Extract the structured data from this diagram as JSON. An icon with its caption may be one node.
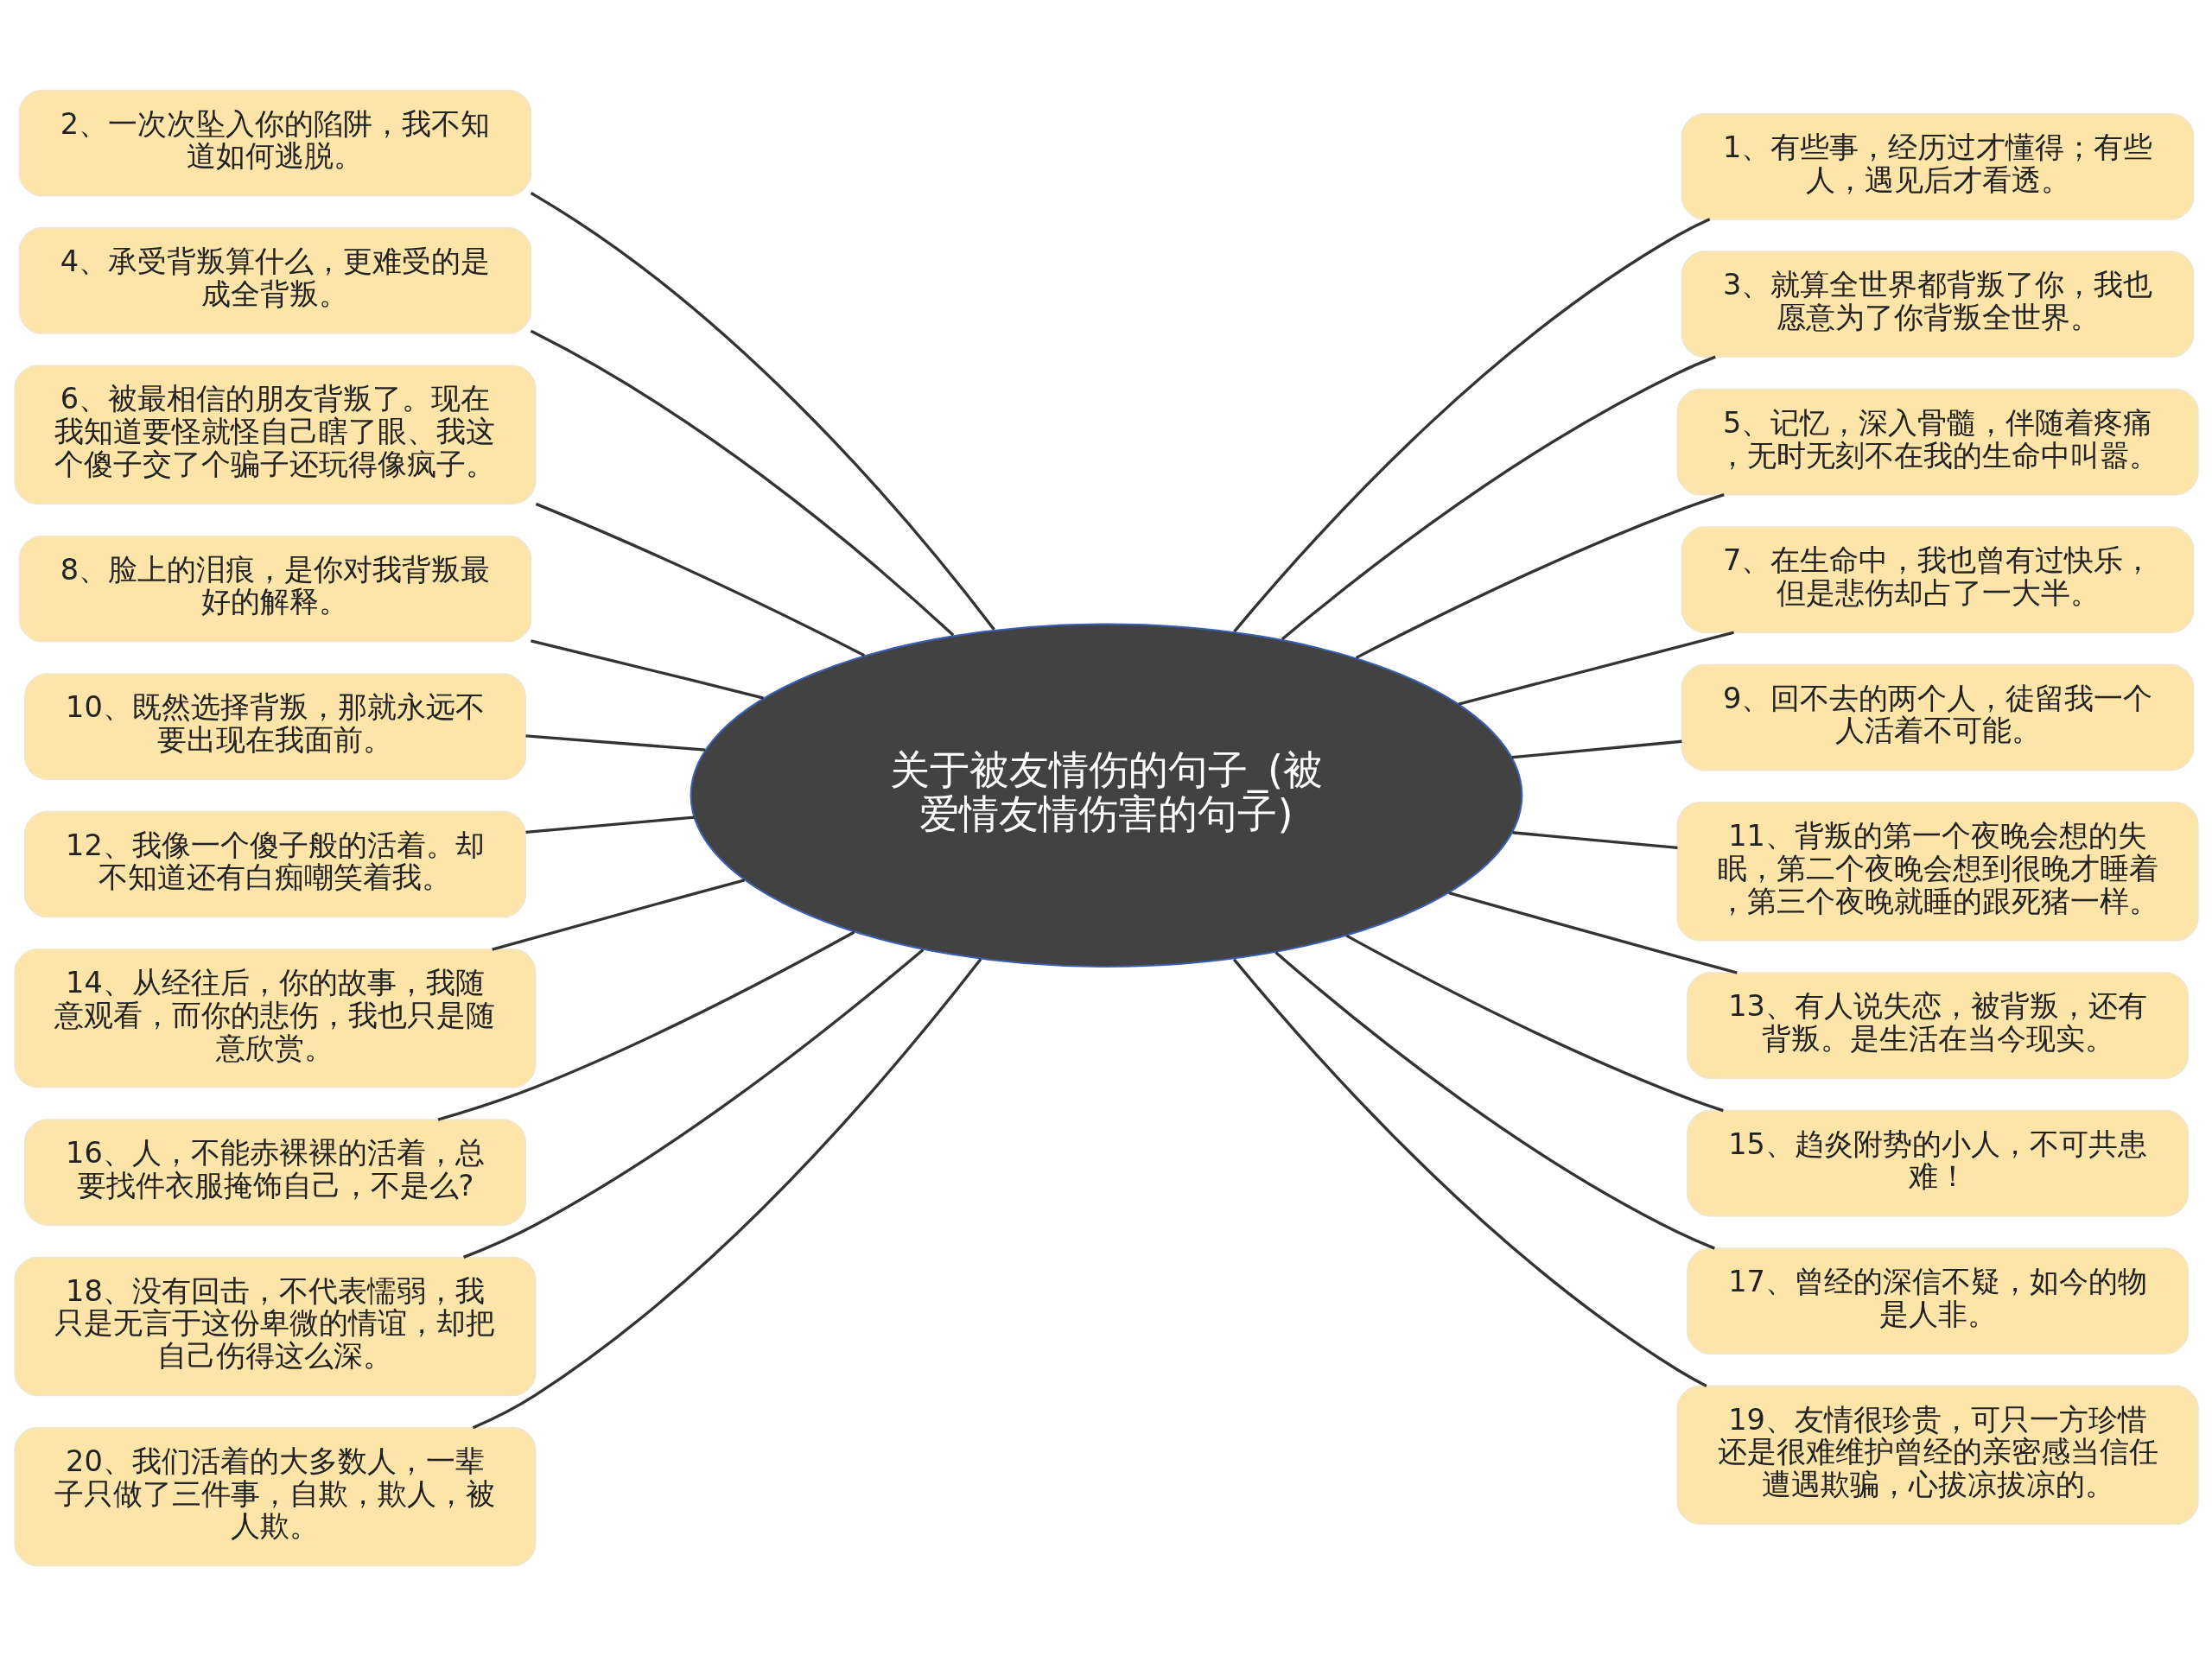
{
  "diagram": {
    "nodes": [
      {
        "text": [
          "关于被友情伤的句子_(被爱情友情伤害的句子)"
        ]
      },
      {
        "text": [
          "2、一次次坠入你的陷阱，我不知道如何逃脱。"
        ]
      },
      {
        "text": [
          "4、承受背叛算什么，更难受的是成全背叛。"
        ]
      },
      {
        "text": [
          "6、被最相信的朋友背叛了。现在我知道要怪就怪自己瞎了眼、我这个傻子交了个骗子还玩得像疯子。"
        ]
      },
      {
        "text": [
          "8、脸上的泪痕，是你对我背叛最好的解释。"
        ]
      },
      {
        "text": [
          "10、既然选择背叛，那就永远不要出现在我面前。"
        ]
      },
      {
        "text": [
          "12、我像一个傻子般的活着。却不知道还有白痴嘲笑着我。"
        ]
      },
      {
        "text": [
          "14、从经往后，你的故事，我随意观看，而你的悲伤，我也只是随意欣赏。"
        ]
      },
      {
        "text": [
          "16、人，不能赤裸裸的活着，总要找件衣服掩饰自己，不是么?"
        ]
      },
      {
        "text": [
          "18、没有回击，不代表懦弱，我只是无言于这份卑微的情谊，却把自己伤得这么深。"
        ]
      },
      {
        "text": [
          "20、我们活着的大多数人，一辈子只做了三件事，自欺，欺人，被人欺。"
        ]
      },
      {
        "text": [
          "1、有些事，经历过才懂得；有些人，遇见后才看透。"
        ]
      },
      {
        "text": [
          "3、就算全世界都背叛了你，我也愿意为了你背叛全世界。"
        ]
      },
      {
        "text": [
          "5、记忆，深入骨髓，伴随着疼痛，无时无刻不在我的生命中叫嚣。"
        ]
      },
      {
        "text": [
          "7、在生命中，我也曾有过快乐，但是悲伤却占了一大半。"
        ]
      },
      {
        "text": [
          "9、回不去的两个人，徒留我一个人活着不可能。"
        ]
      },
      {
        "text": [
          "11、背叛的第一个夜晚会想的失眠，第二个夜晚会想到很晚才睡着，第三个夜晚就睡的跟死猪一样。"
        ]
      },
      {
        "text": [
          "13、有人说失恋，被背叛，还有背叛。是生活在当今现实。"
        ]
      },
      {
        "text": [
          "15、趋炎附势的小人，不可共患难！"
        ]
      },
      {
        "text": [
          "17、曾经的深信不疑，如今的物是人非。"
        ]
      },
      {
        "text": [
          "19、友情很珍贵，可只一方珍惜还是很难维护曾经的亲密感当信任遭遇欺骗，心拔凉拔凉的。"
        ]
      }
    ],
    "edges": [
      {
        "from": 0,
        "to": 1,
        "arrow": "none"
      },
      {
        "from": 0,
        "to": 2,
        "arrow": "none"
      },
      {
        "from": 0,
        "to": 3,
        "arrow": "none"
      },
      {
        "from": 0,
        "to": 4,
        "arrow": "none"
      },
      {
        "from": 0,
        "to": 5,
        "arrow": "none"
      },
      {
        "from": 0,
        "to": 6,
        "arrow": "none"
      },
      {
        "from": 0,
        "to": 7,
        "arrow": "none"
      },
      {
        "from": 0,
        "to": 8,
        "arrow": "none"
      },
      {
        "from": 0,
        "to": 9,
        "arrow": "none"
      },
      {
        "from": 0,
        "to": 10,
        "arrow": "none"
      },
      {
        "from": 0,
        "to": 11,
        "arrow": "none"
      },
      {
        "from": 0,
        "to": 12,
        "arrow": "none"
      },
      {
        "from": 0,
        "to": 13,
        "arrow": "none"
      },
      {
        "from": 0,
        "to": 14,
        "arrow": "none"
      },
      {
        "from": 0,
        "to": 15,
        "arrow": "none"
      },
      {
        "from": 0,
        "to": 16,
        "arrow": "none"
      },
      {
        "from": 0,
        "to": 17,
        "arrow": "none"
      },
      {
        "from": 0,
        "to": 18,
        "arrow": "none"
      },
      {
        "from": 0,
        "to": 19,
        "arrow": "none"
      },
      {
        "from": 0,
        "to": 20,
        "arrow": "none"
      }
    ]
  }
}
